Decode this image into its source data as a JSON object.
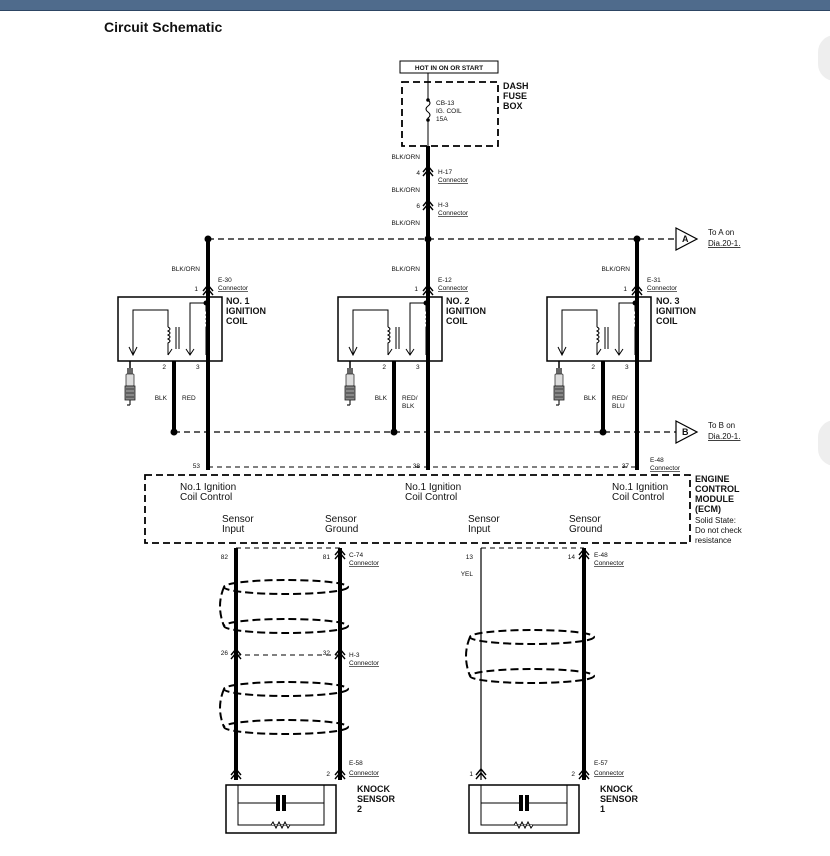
{
  "page": {
    "title": "Circuit Schematic"
  },
  "power": {
    "hot": "HOT IN ON OR START",
    "fuse_box": [
      "DASH",
      "FUSE",
      "BOX"
    ],
    "fuse": [
      "CB-13",
      "IG. COIL",
      "15A"
    ]
  },
  "wires": {
    "blk_orn": "BLK/ORN",
    "blk": "BLK",
    "red": "RED",
    "red_blk": [
      "RED/",
      "BLK"
    ],
    "red_blu": [
      "RED/",
      "BLU"
    ],
    "yel": "YEL"
  },
  "connectors": {
    "h17": [
      "H-17",
      "Connector"
    ],
    "h3": [
      "H-3",
      "Connector"
    ],
    "e30": [
      "E-30",
      "Connector"
    ],
    "e12": [
      "E-12",
      "Connector"
    ],
    "e31": [
      "E-31",
      "Connector"
    ],
    "e48": [
      "E-48",
      "Connector"
    ],
    "c74": [
      "C-74",
      "Connector"
    ],
    "e58": [
      "E-58",
      "Connector"
    ],
    "e57": [
      "E-57",
      "Connector"
    ]
  },
  "pins": {
    "p4": "4",
    "p6": "6",
    "p1": "1",
    "p2": "2",
    "p3": "3",
    "p53": "53",
    "p38": "38",
    "p37": "37",
    "p82": "82",
    "p81": "81",
    "p13": "13",
    "p14": "14",
    "p26": "26",
    "p32": "32"
  },
  "refs": {
    "a": {
      "letter": "A",
      "text": [
        "To A on",
        "Dia.20-1."
      ]
    },
    "b": {
      "letter": "B",
      "text": [
        "To B on",
        "Dia.20-1."
      ]
    }
  },
  "coils": [
    [
      "NO. 1",
      "IGNITION",
      "COIL"
    ],
    [
      "NO. 2",
      "IGNITION",
      "COIL"
    ],
    [
      "NO. 3",
      "IGNITION",
      "COIL"
    ]
  ],
  "ecm": {
    "name": [
      "ENGINE",
      "CONTROL",
      "MODULE",
      "(ECM)"
    ],
    "note": [
      "Solid State:",
      "Do not check",
      "resistance"
    ],
    "coil_control": [
      "No.1 Ignition",
      "Coil Control"
    ],
    "sensor_input": [
      "Sensor",
      "Input"
    ],
    "sensor_ground": [
      "Sensor",
      "Ground"
    ]
  },
  "knock_sensors": [
    [
      "KNOCK",
      "SENSOR",
      "2"
    ],
    [
      "KNOCK",
      "SENSOR",
      "1"
    ]
  ]
}
